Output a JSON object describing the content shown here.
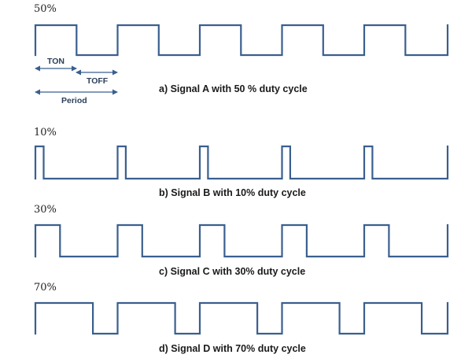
{
  "colors": {
    "wave": "#3a5f8f",
    "arrow": "#3a5f8f"
  },
  "signals": [
    {
      "id": "A",
      "percent_label": "50%",
      "duty": 0.5,
      "caption": "a) Signal A with 50 % duty cycle"
    },
    {
      "id": "B",
      "percent_label": "10%",
      "duty": 0.1,
      "caption": "b) Signal B with 10% duty cycle"
    },
    {
      "id": "C",
      "percent_label": "30%",
      "duty": 0.3,
      "caption": "c) Signal C with 30% duty cycle"
    },
    {
      "id": "D",
      "percent_label": "70%",
      "duty": 0.7,
      "caption": "d) Signal D with 70% duty cycle"
    }
  ],
  "annotations": {
    "ton": "TON",
    "toff": "TOFF",
    "period": "Period"
  }
}
